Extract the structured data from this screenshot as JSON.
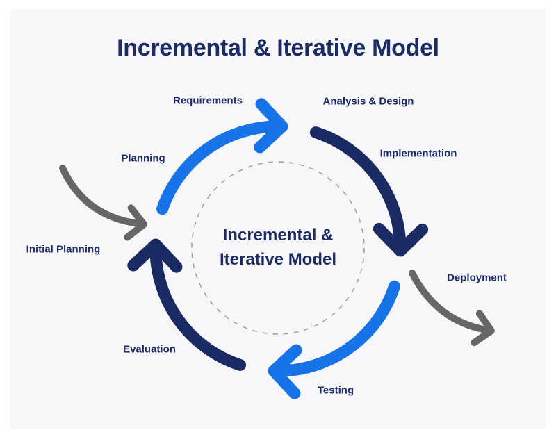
{
  "title": "Incremental & Iterative Model",
  "center_label": {
    "line1": "Incremental &",
    "line2": "Iterative Model"
  },
  "stages": [
    {
      "id": "initial_planning",
      "label": "Initial Planning"
    },
    {
      "id": "planning",
      "label": "Planning"
    },
    {
      "id": "requirements",
      "label": "Requirements"
    },
    {
      "id": "analysis_design",
      "label": "Analysis & Design"
    },
    {
      "id": "implementation",
      "label": "Implementation"
    },
    {
      "id": "deployment",
      "label": "Deployment"
    },
    {
      "id": "testing",
      "label": "Testing"
    },
    {
      "id": "evaluation",
      "label": "Evaluation"
    }
  ],
  "colors": {
    "navy": "#1a2b63",
    "blue": "#1673e8",
    "arrow_gray": "#666666",
    "dashed_circle_gray": "#9e9e9e",
    "panel_bg": "#f7f6f8",
    "page_bg": "#ffffff",
    "text_navy": "#1b2c64"
  }
}
